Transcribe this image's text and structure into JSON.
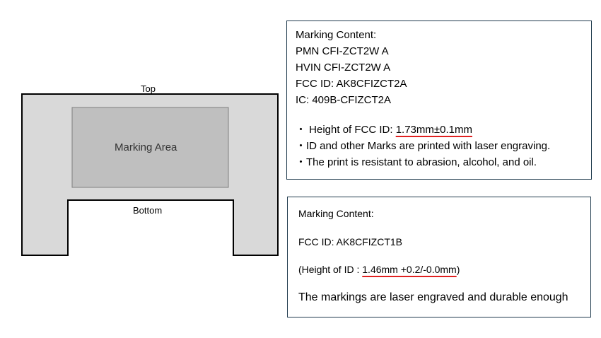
{
  "diagram": {
    "top_label": "Top",
    "bottom_label": "Bottom",
    "marking_area_label": "Marking Area",
    "colors": {
      "outer_fill": "#d9d9d9",
      "area_fill": "#bfbfbf",
      "stroke": "#000000",
      "area_stroke": "#7f7f7f"
    }
  },
  "box1": {
    "heading": "Marking Content:",
    "lines": [
      "PMN CFI-ZCT2W A",
      "HVIN CFI-ZCT2W A",
      "FCC ID: AK8CFIZCT2A",
      "IC: 409B-CFIZCT2A"
    ],
    "height_prefix": "・ Height of FCC ID: ",
    "height_value": "1.73mm±0.1mm",
    "bullet1": "・ID and other Marks are printed with laser engraving.",
    "bullet2": "・The print is resistant to abrasion, alcohol, and oil."
  },
  "box2": {
    "heading": "Marking Content:",
    "fcc_id": "FCC ID: AK8CFIZCT1B",
    "height_prefix": "(Height of ID : ",
    "height_value": "1.46mm +0.2/-0.0mm",
    "height_suffix": ")",
    "note": "The markings are laser engraved and durable enough"
  },
  "accent_color": "#e02020"
}
